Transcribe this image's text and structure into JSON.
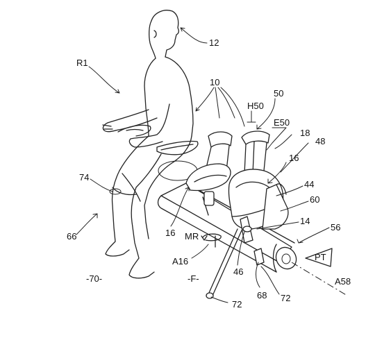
{
  "labels": {
    "l12": "12",
    "lR1": "R1",
    "l10": "10",
    "lH50": "H50",
    "l50": "50",
    "lE50": "E50",
    "l18": "18",
    "l48": "48",
    "l16a": "16",
    "l44": "44",
    "l60": "60",
    "l14": "14",
    "l56": "56",
    "lPT": "PT",
    "l74": "74",
    "l66": "66",
    "l16b": "16",
    "lMR": "MR",
    "lA16": "A16",
    "l70": "-70-",
    "lF": "-F-",
    "l46": "46",
    "l68": "68",
    "l72a": "72",
    "l72b": "72",
    "lA58": "A58"
  }
}
